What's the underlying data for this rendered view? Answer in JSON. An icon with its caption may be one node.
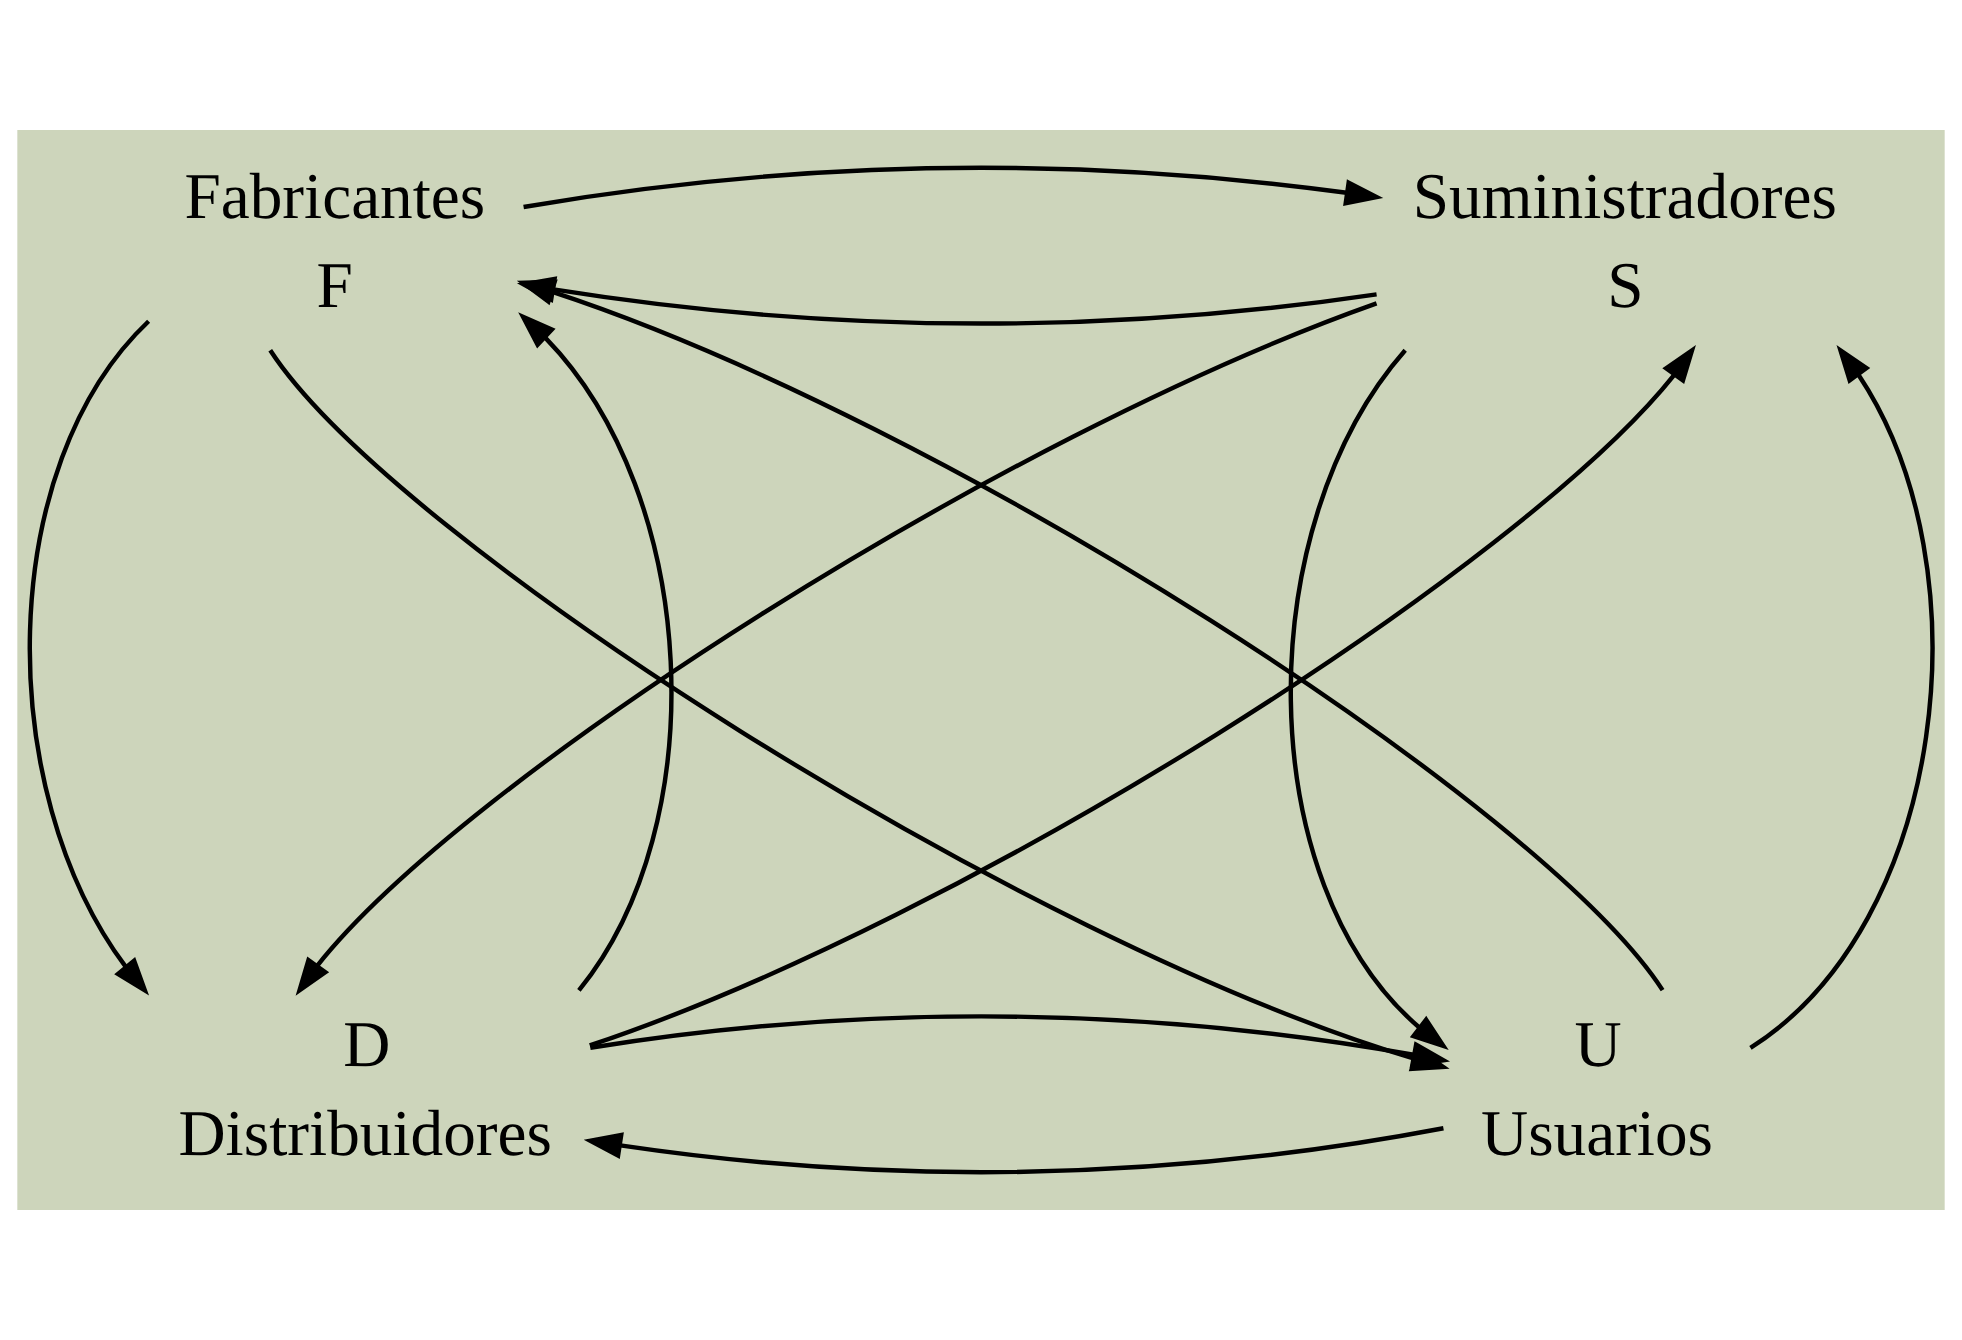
{
  "diagram": {
    "nodes": [
      {
        "text": [
          "F"
        ],
        "beside": [
          "Fabricantes"
        ]
      },
      {
        "text": [
          "S"
        ],
        "beside": [
          "Suministradores"
        ]
      },
      {
        "text": [
          "D"
        ],
        "beside": [
          "Distribuidores"
        ]
      },
      {
        "text": [
          "U"
        ],
        "beside": [
          "Usuarios"
        ]
      }
    ],
    "edges": [
      {
        "from": 1,
        "to": 0,
        "arrow": "to"
      },
      {
        "from": 0,
        "to": 1,
        "arrow": "to"
      },
      {
        "from": 2,
        "to": 0,
        "arrow": "to"
      },
      {
        "from": 0,
        "to": 2,
        "arrow": "to"
      },
      {
        "from": 0,
        "to": 3,
        "arrow": "to"
      },
      {
        "from": 3,
        "to": 0,
        "arrow": "to"
      },
      {
        "from": 1,
        "to": 2,
        "arrow": "to"
      },
      {
        "from": 2,
        "to": 1,
        "arrow": "to"
      },
      {
        "from": 1,
        "to": 3,
        "arrow": "to"
      },
      {
        "from": 3,
        "to": 1,
        "arrow": "to"
      },
      {
        "from": 3,
        "to": 2,
        "arrow": "to"
      },
      {
        "from": 2,
        "to": 3,
        "arrow": "to"
      }
    ]
  }
}
